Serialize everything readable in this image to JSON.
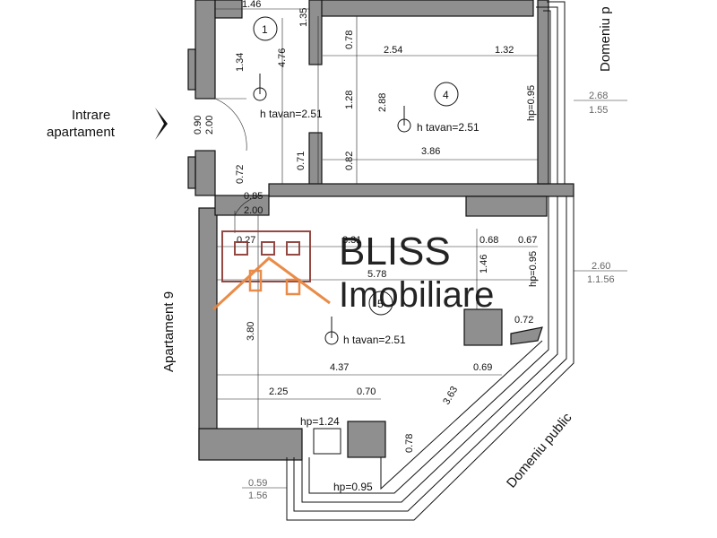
{
  "entrance_label_line1": "Intrare",
  "entrance_label_line2": "apartament",
  "neighbor_label": "Apartament 9",
  "public_domain_label_top": "Domeniu p",
  "public_domain_label_bottom": "Domeniu public",
  "brand": {
    "word1": "BLISS",
    "word2": "Imobiliare",
    "logo_color": "#e8833a",
    "logo_dark": "#8c3a34"
  },
  "rooms": {
    "room1_number": "1",
    "room4_number": "4",
    "room5_number": "5",
    "room1_height": "h tavan=2.51",
    "room4_height": "h tavan=2.51",
    "room5_height": "h tavan=2.51",
    "room4_hp": "hp=0.95",
    "room5_hp": "hp=0.95",
    "hp_124": "hp=1.24",
    "hp_095_bottom": "hp=0.95"
  },
  "dims": {
    "d146": "1.46",
    "d135": "1.35",
    "d476": "4.76",
    "d134": "1.34",
    "d078a": "0.78",
    "d254": "2.54",
    "d132": "1.32",
    "d128": "1.28",
    "d288": "2.88",
    "d090": "0.90",
    "d200v": "2.00",
    "d072": "0.72",
    "d071": "0.71",
    "d082": "0.82",
    "d386": "3.86",
    "d085": "0.85",
    "d200h": "2.00",
    "d027": "0.27",
    "d331": "3.31",
    "d068": "0.68",
    "d067": "0.67",
    "d578": "5.78",
    "d146b": "1.46",
    "d095": "0.95",
    "d380": "3.80",
    "d072b": "0.72",
    "d437": "4.37",
    "d069": "0.69",
    "d225": "2.25",
    "d070": "0.70",
    "d363": "3.63",
    "d078b": "0.78",
    "ratio1_top": "2.68",
    "ratio1_bottom": "1.55",
    "ratio2_top": "2.60",
    "ratio2_bottom": "1.1.56",
    "ratio3_top": "0.59",
    "ratio3_bottom": "1.56"
  }
}
